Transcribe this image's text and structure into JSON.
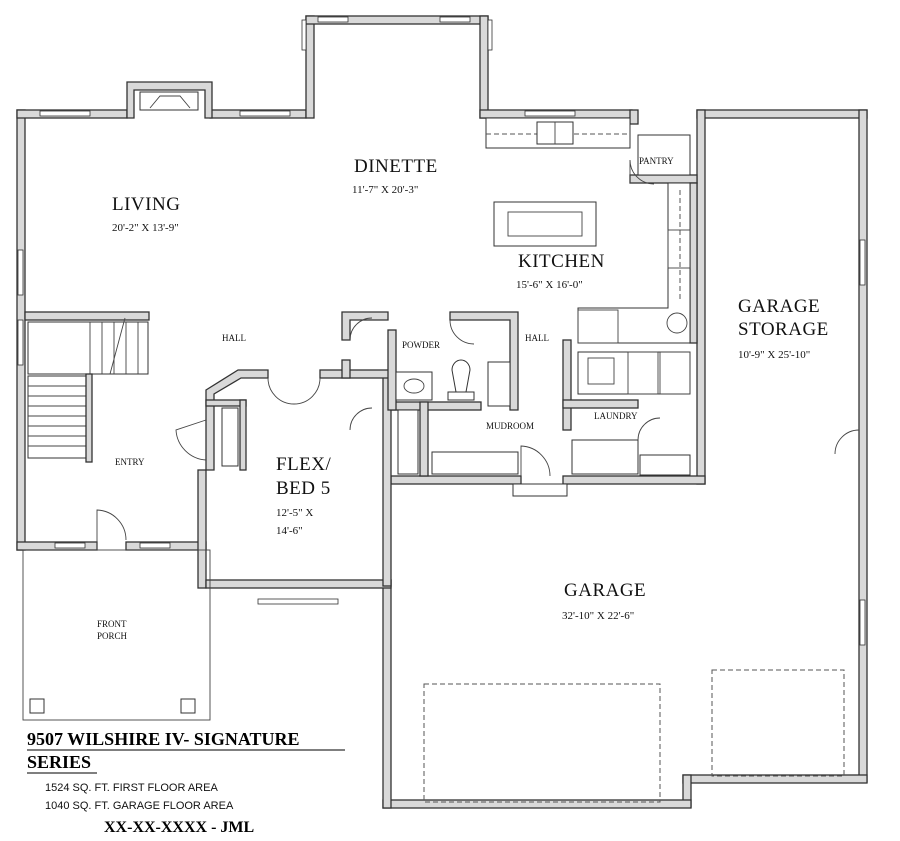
{
  "rooms": {
    "living": {
      "name": "LIVING",
      "dims": "20'-2\" X 13'-9\""
    },
    "dinette": {
      "name": "DINETTE",
      "dims": "11'-7\" X 20'-3\""
    },
    "kitchen": {
      "name": "KITCHEN",
      "dims": "15'-6\" X 16'-0\""
    },
    "garage_storage": {
      "name_line1": "GARAGE",
      "name_line2": "STORAGE",
      "dims": "10'-9\" X 25'-10\""
    },
    "flex": {
      "name_line1": "FLEX/",
      "name_line2": "BED 5",
      "dims_line1": "12'-5\" X",
      "dims_line2": "14'-6\""
    },
    "garage": {
      "name": "GARAGE",
      "dims": "32'-10\" X 22'-6\""
    }
  },
  "labels": {
    "pantry": "PANTRY",
    "hall_left": "HALL",
    "hall_right": "HALL",
    "powder": "POWDER",
    "entry": "ENTRY",
    "mudroom": "MUDROOM",
    "laundry": "LAUNDRY",
    "front_porch_line1": "FRONT",
    "front_porch_line2": "PORCH"
  },
  "title_block": {
    "title_line1": "9507 WILSHIRE IV- SIGNATURE",
    "title_line2": "SERIES",
    "first_floor": "1524 SQ. FT. FIRST FLOOR AREA",
    "garage_floor": "1040 SQ. FT. GARAGE FLOOR AREA",
    "date_code": "XX-XX-XXXX - JML"
  }
}
